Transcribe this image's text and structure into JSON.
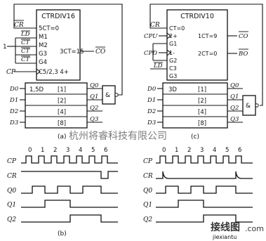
{
  "left_chip": {
    "title": "CTRDIV16",
    "clear_input": "CR",
    "lines": [
      "5CT=0",
      "M1",
      "M2",
      "G3",
      "G4",
      "C5/2,3 4+"
    ],
    "enable_inputs": [
      "LD",
      "CT",
      "CT",
      "CT"
    ],
    "constant_one": "1",
    "clock_input": "CP",
    "carry_label": "3CT=15",
    "carry_output": "CO",
    "load_label": "1,5D",
    "weights": [
      "[1]",
      "[2]",
      "[4]",
      "[8]"
    ],
    "data_inputs": [
      "D0",
      "D1",
      "D2",
      "D3"
    ],
    "outputs": [
      "Q0",
      "Q1",
      "Q2",
      "Q3"
    ],
    "gate_symbol": "&",
    "caption": "(a)"
  },
  "right_chip": {
    "title": "CTRDIV10",
    "clear_input": "CR",
    "lines": [
      "CT=0",
      "2+",
      "G1",
      "1-",
      "G2",
      "C3",
      "G3"
    ],
    "clock_inputs": [
      "CPU",
      "CPD"
    ],
    "load_input": "LD",
    "carry_label": "1CT=9",
    "carry_output": "CO",
    "borrow_label": "2CT=0",
    "borrow_output": "BO",
    "load_label": "3D",
    "weights": [
      "[1]",
      "[2]",
      "[4]",
      "[8]"
    ],
    "data_inputs": [
      "D0",
      "D1",
      "D2",
      "D3"
    ],
    "outputs": [
      "Q0",
      "Q1",
      "Q2",
      "Q3"
    ],
    "gate_symbol": "&",
    "caption": "(c)"
  },
  "timing_left": {
    "pulse_numbers": [
      "0",
      "1",
      "2",
      "3",
      "4",
      "5",
      "6"
    ],
    "signals": [
      "CP",
      "CR",
      "Q0",
      "Q1",
      "Q2"
    ],
    "caption": "(b)"
  },
  "timing_right": {
    "pulse_numbers": [
      "0",
      "1",
      "2",
      "3",
      "4",
      "5",
      "6"
    ],
    "signals": [
      "CP",
      "CR",
      "Q0",
      "Q1",
      "Q2"
    ]
  },
  "watermarks": {
    "center": "杭州将睿科技有限公司",
    "bottom_right": "接线图",
    "site": "jiexiantu",
    "com": ".com"
  }
}
